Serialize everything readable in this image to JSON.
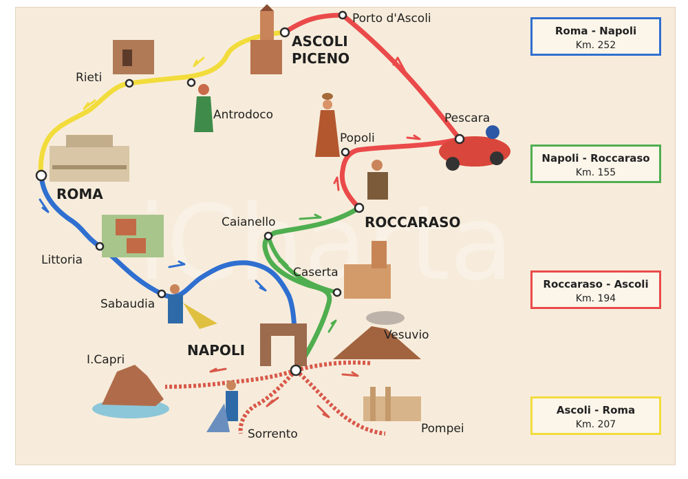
{
  "colors": {
    "roma_napoli": "#2f6fd0",
    "napoli_roccaraso": "#4fae4f",
    "roccaraso_ascoli": "#ea4a4a",
    "ascoli_roma": "#f2dc3c",
    "napoli_excursions": "#d8584a",
    "background": "#f7ecdb"
  },
  "watermark": "iCharta",
  "places": {
    "porto_dascoli": "Porto d'Ascoli",
    "ascoli_piceno_line1": "ASCOLI",
    "ascoli_piceno_line2": "PICENO",
    "rieti": "Rieti",
    "antrodoco": "Antrodoco",
    "pescara": "Pescara",
    "popoli": "Popoli",
    "roma": "ROMA",
    "roccaraso": "ROCCARASO",
    "caianello": "Caianello",
    "caserta": "Caserta",
    "littoria": "Littoria",
    "sabaudia": "Sabaudia",
    "napoli": "NAPOLI",
    "vesuvio": "Vesuvio",
    "capri": "I.Capri",
    "sorrento": "Sorrento",
    "pompei": "Pompei"
  },
  "legend": [
    {
      "route": "Roma - Napoli",
      "distance": "Km. 252",
      "color": "#2f6fd0"
    },
    {
      "route": "Napoli - Roccaraso",
      "distance": "Km. 155",
      "color": "#4fae4f"
    },
    {
      "route": "Roccaraso - Ascoli",
      "distance": "Km. 194",
      "color": "#ea4a4a"
    },
    {
      "route": "Ascoli - Roma",
      "distance": "Km. 207",
      "color": "#f2dc3c"
    }
  ]
}
